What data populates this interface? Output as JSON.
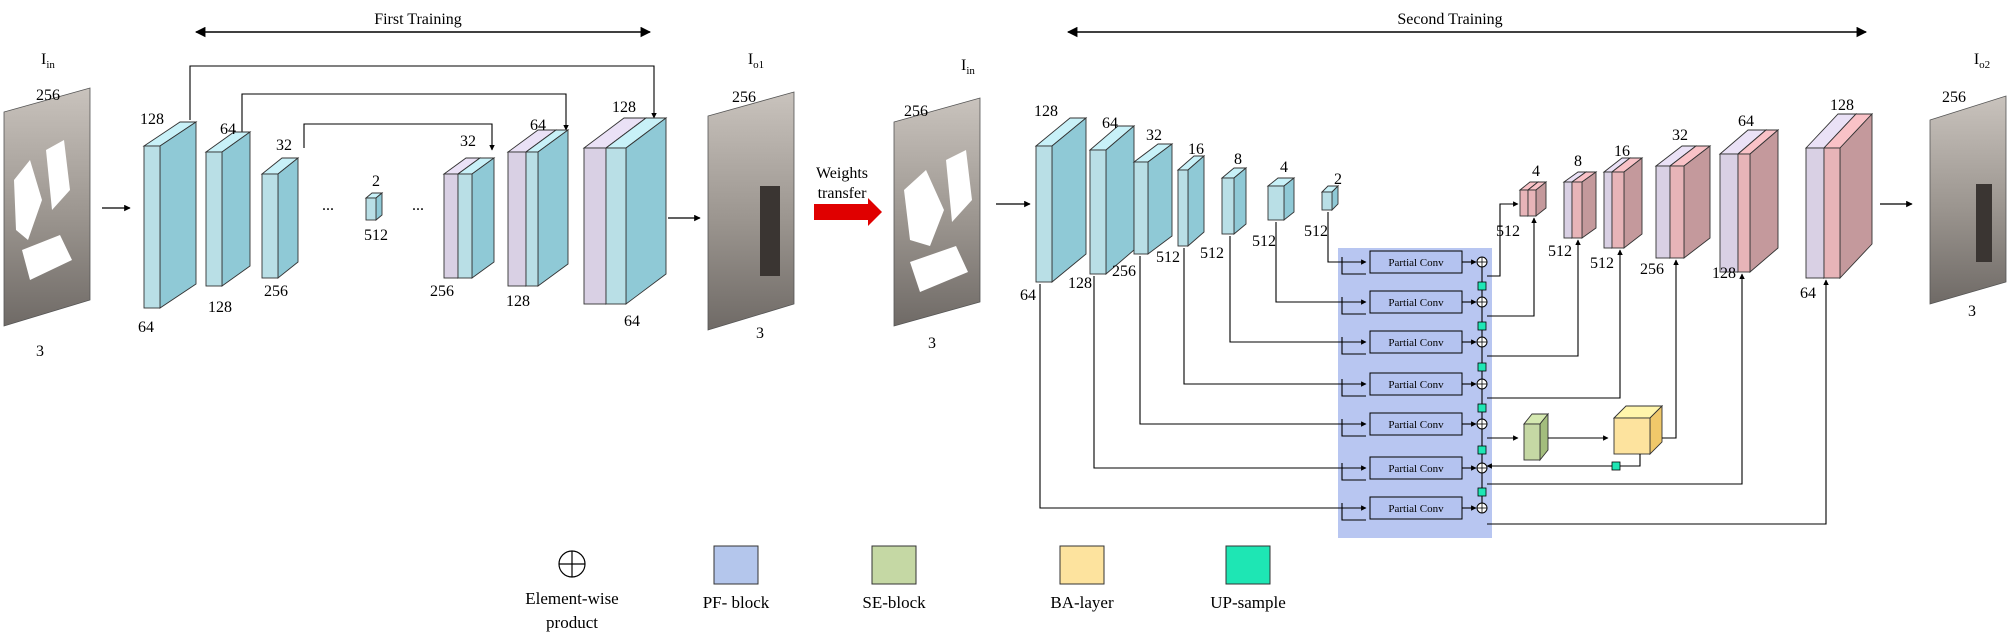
{
  "headers": {
    "first_training": "First Training",
    "second_training": "Second Training"
  },
  "images": {
    "in1_label": "I",
    "in1_sub": "in",
    "in1_top": "256",
    "in1_bottom": "3",
    "out1_label": "I",
    "out1_sub": "o1",
    "out1_top": "256",
    "out1_bottom": "3",
    "in2_label": "I",
    "in2_sub": "in",
    "in2_top": "256",
    "in2_bottom": "3",
    "out2_label": "I",
    "out2_sub": "o2",
    "out2_top": "256",
    "out2_bottom": "3"
  },
  "transfer": {
    "line1": "Weights",
    "line2": "transfer"
  },
  "first_net": {
    "labels": [
      "128",
      "64",
      "128",
      "32",
      "256",
      "2",
      "512",
      "...",
      "...",
      "32",
      "256",
      "64",
      "128",
      "128",
      "64"
    ]
  },
  "second_net": {
    "labels": [
      "128",
      "64",
      "64",
      "128",
      "32",
      "256",
      "16",
      "512",
      "8",
      "512",
      "4",
      "512",
      "2",
      "512",
      "4",
      "512",
      "8",
      "512",
      "16",
      "512",
      "32",
      "256",
      "64",
      "128",
      "128",
      "64"
    ]
  },
  "pf_block": {
    "conv_label": "Partial Conv",
    "color": "#b4c3f0"
  },
  "legend": {
    "items": [
      {
        "label": "Element-wise",
        "label2": "product",
        "color": "#ffffff",
        "icon": "circled-plus-icon"
      },
      {
        "label": "PF- block",
        "color": "#b4c6ec"
      },
      {
        "label": "SE-block",
        "color": "#c5d8a4"
      },
      {
        "label": "BA-layer",
        "color": "#fde39e"
      },
      {
        "label": "UP-sample",
        "color": "#1ee6b4"
      }
    ]
  },
  "colors": {
    "blue_face": "#b9dfe6",
    "blue_side": "#8fc9d6",
    "lilac_face": "#d9d0e4",
    "pink_face": "#e7b4b8",
    "red_arrow": "#e00000"
  }
}
